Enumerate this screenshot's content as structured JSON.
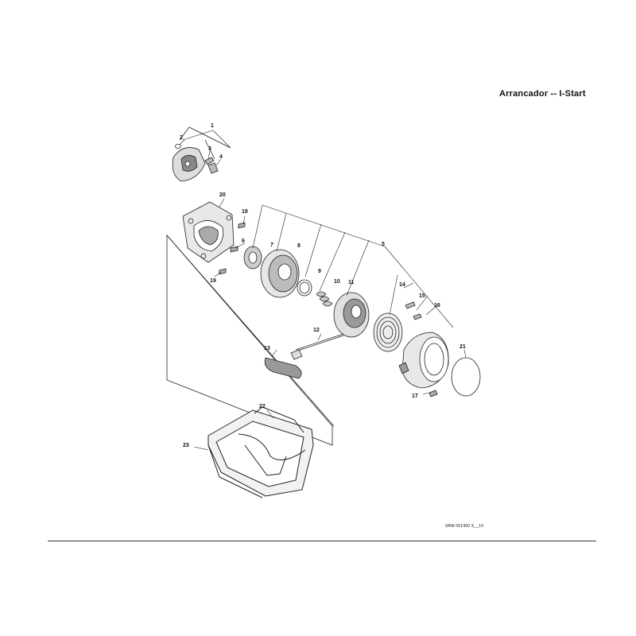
{
  "header": {
    "title": "Arrancador -- I-Start"
  },
  "footer": {
    "reference_code": "SRM 001400 S__10"
  },
  "callouts": [
    "1",
    "2",
    "3",
    "4",
    "5",
    "6",
    "7",
    "8",
    "9",
    "10",
    "11",
    "12",
    "13",
    "14",
    "15",
    "16",
    "17",
    "18",
    "19",
    "20",
    "21",
    "22",
    "23"
  ]
}
